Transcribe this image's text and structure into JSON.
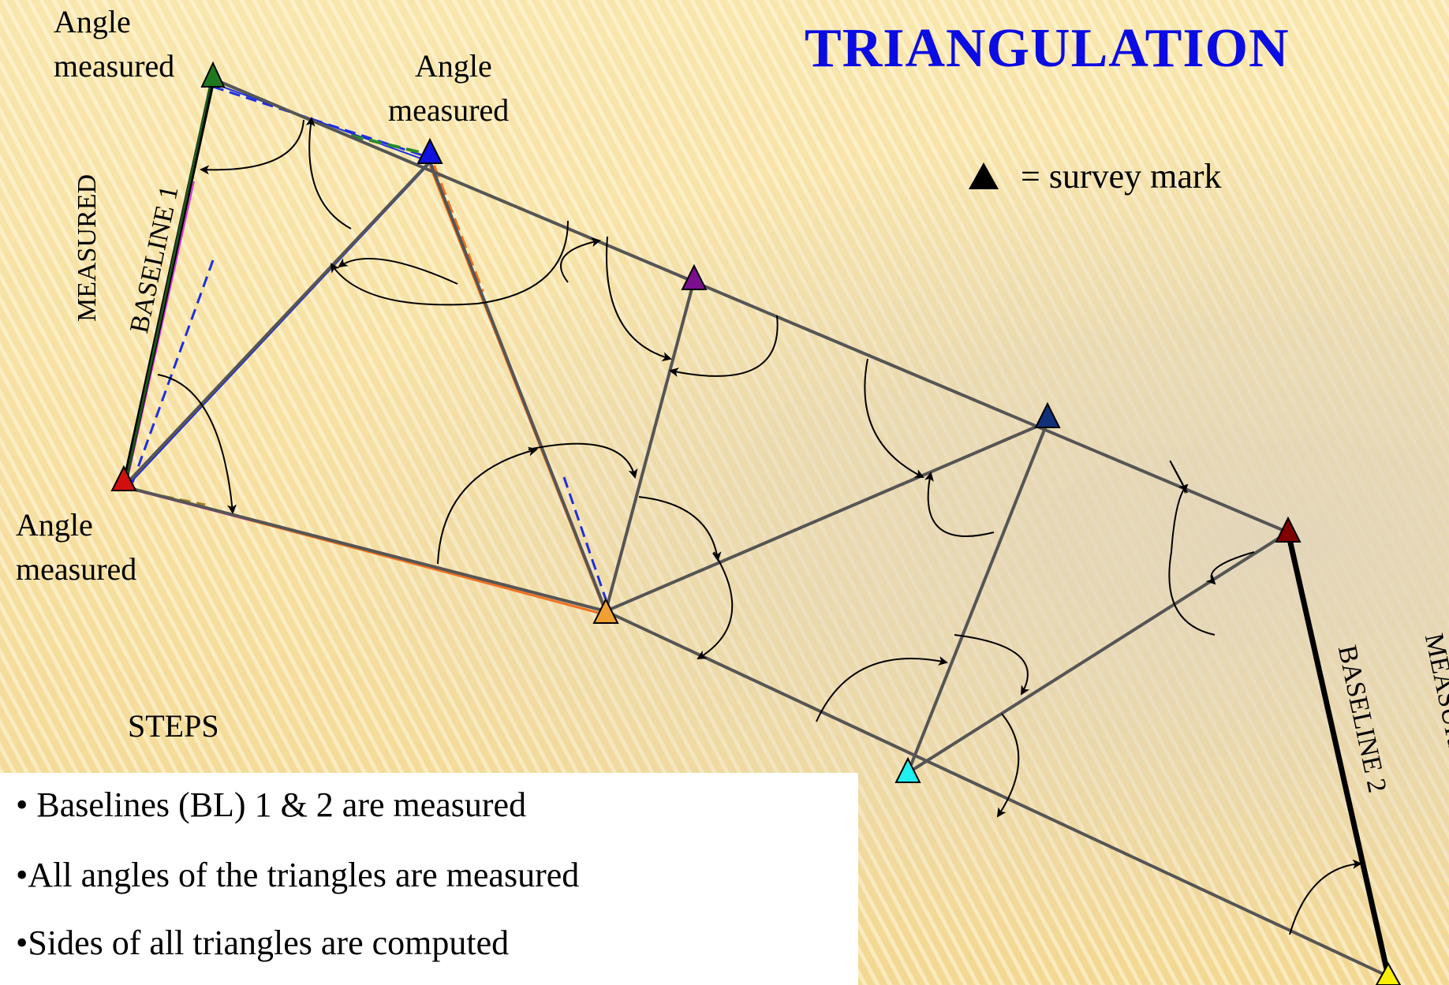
{
  "title": "TRIANGULATION",
  "legend": {
    "symbol": "▲",
    "text": "= survey mark"
  },
  "labels": {
    "angle_top_left": [
      "Angle",
      "measured"
    ],
    "angle_top_center": [
      "Angle",
      "measured"
    ],
    "angle_bottom_left": [
      "Angle",
      "measured"
    ],
    "baseline1": [
      "MEASURED",
      "BASELINE 1"
    ],
    "baseline2": [
      "MEASURED",
      "BASELINE 2"
    ]
  },
  "steps": {
    "heading": "STEPS",
    "items": [
      "• Baselines (BL) 1 & 2 are measured",
      "•All angles of the triangles are measured",
      "•Sides of all triangles are computed"
    ]
  },
  "survey_mark_colors": [
    "#1f7a1f",
    "#1010e0",
    "#d01010",
    "#7a1090",
    "#f0a030",
    "#10307a",
    "#800000",
    "#20f0f0",
    "#f8f000"
  ],
  "line_colors": {
    "network": "#555555",
    "baseline": "#000000",
    "dashed_blue": "#1e2ee0",
    "dashed_green": "#2a8a2a",
    "orange": "#f07020",
    "magenta": "#e030e0"
  }
}
